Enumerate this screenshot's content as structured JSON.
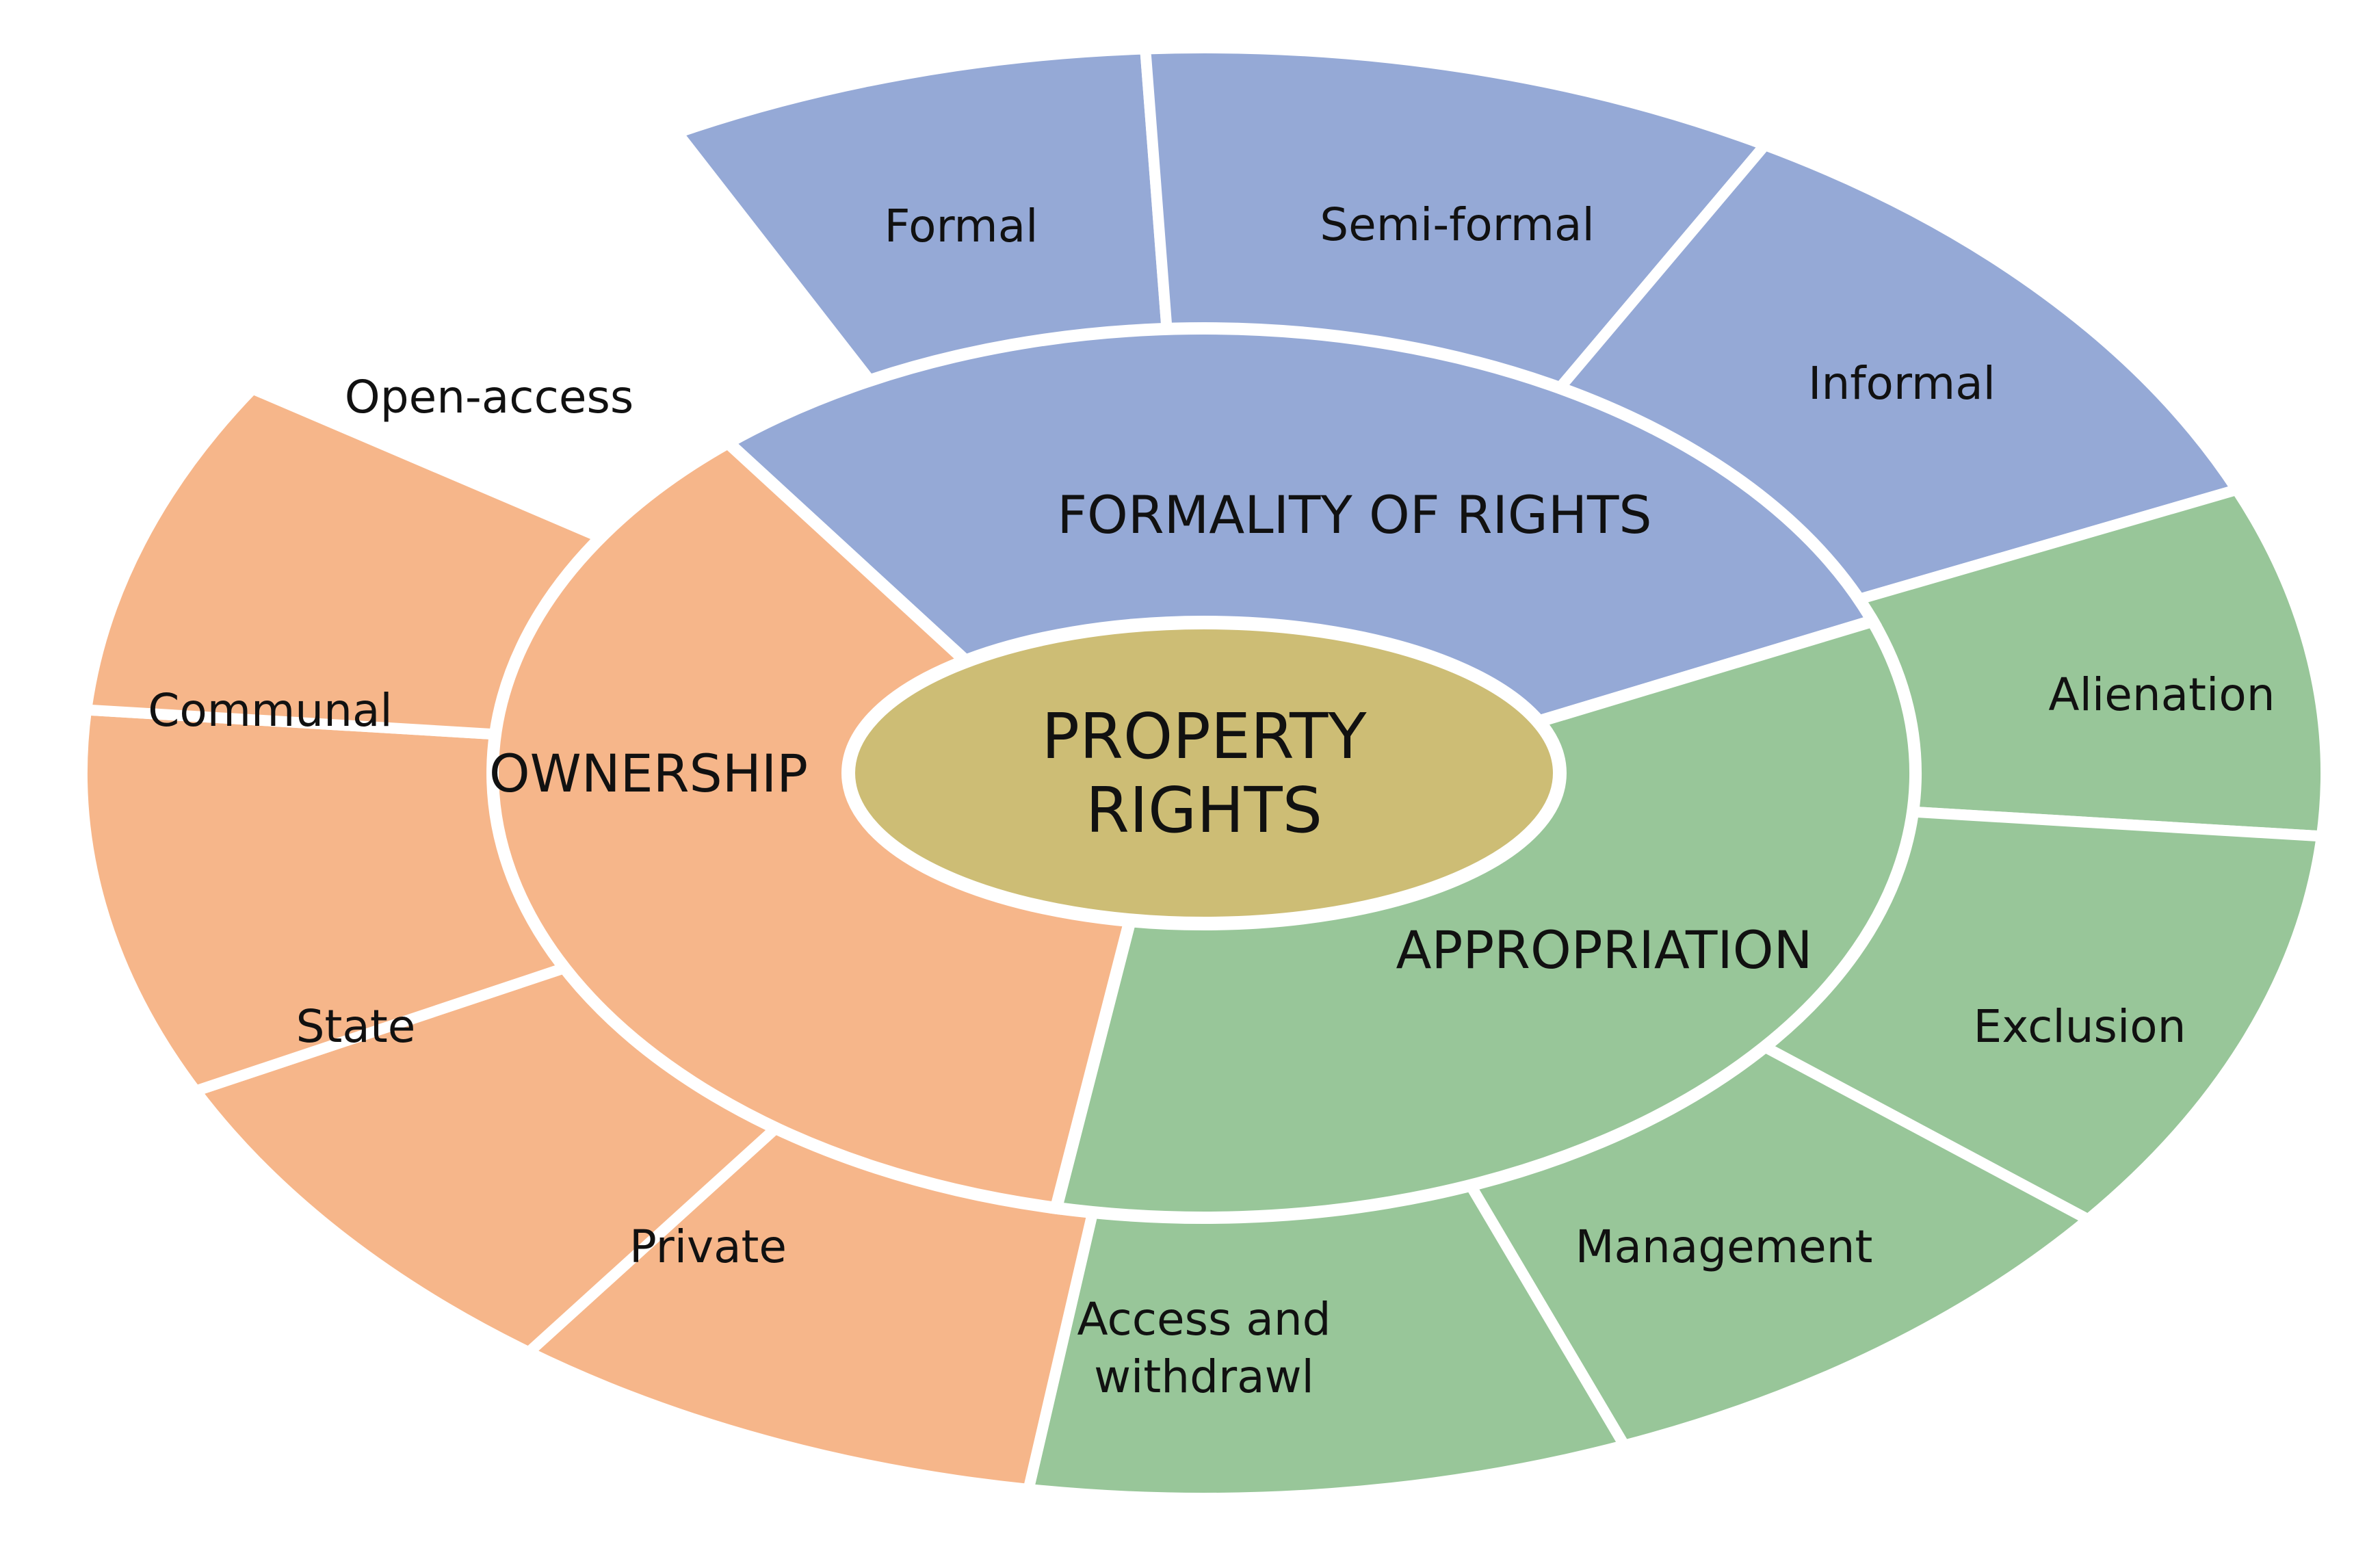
{
  "center": {
    "lines": [
      "PROPERTY",
      "RIGHTS"
    ],
    "color": "#cdbd75"
  },
  "categories": [
    {
      "key": "formality",
      "label": "FORMALITY OF RIGHTS",
      "color": "#95a9d6",
      "items": [
        {
          "lines": [
            "Formal"
          ]
        },
        {
          "lines": [
            "Semi-formal"
          ]
        },
        {
          "lines": [
            "Informal"
          ]
        }
      ]
    },
    {
      "key": "appropriation",
      "label": "APPROPRIATION",
      "color": "#98c699",
      "items": [
        {
          "lines": [
            "Alienation"
          ]
        },
        {
          "lines": [
            "Exclusion"
          ]
        },
        {
          "lines": [
            "Management"
          ]
        },
        {
          "lines": [
            "Access and",
            "withdrawl"
          ]
        }
      ]
    },
    {
      "key": "ownership",
      "label": "OWNERSHIP",
      "color": "#f6b68a",
      "items": [
        {
          "lines": [
            "Private"
          ]
        },
        {
          "lines": [
            "State"
          ]
        },
        {
          "lines": [
            "Communal"
          ]
        },
        {
          "lines": [
            "Open-access"
          ]
        }
      ]
    }
  ]
}
